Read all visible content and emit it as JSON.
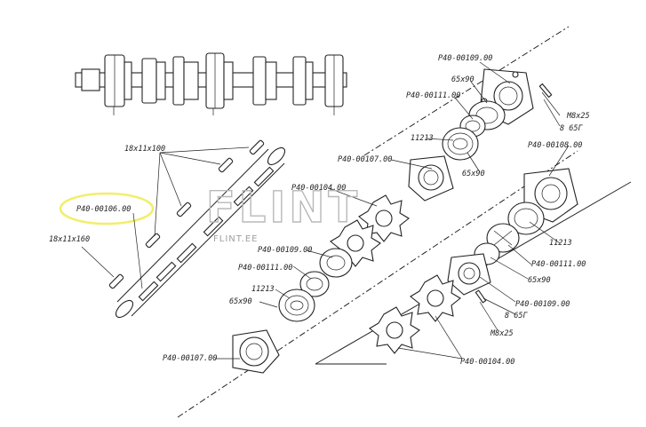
{
  "labels": {
    "pin_100": "18x11x100",
    "pin_160": "18x11x160",
    "shaft_part": "P40-00106.00",
    "top_109": "P40-00109.00",
    "top_65x90": "65x90",
    "top_111": "P40-00111.00",
    "top_m8": "M8x25",
    "top_8_65g": "8 65Г",
    "top_11213": "11213",
    "top_107": "P40-00107.00",
    "top_65x90b": "65x90",
    "top_104": "P40-00104.00",
    "right_108": "P40-00108.00",
    "right_11213": "11213",
    "right_111": "P40-00111.00",
    "right_65x90": "65x90",
    "right_109": "P40-00109.00",
    "right_8_65g": "8 65Г",
    "right_m8": "M8x25",
    "right_104": "P40-00104.00",
    "left_109": "P40-00109.00",
    "left_111": "P40-00111.00",
    "left_11213": "11213",
    "left_65x90": "65x90",
    "left_107": "P40-00107.00"
  },
  "watermark": {
    "brand": "FLINT",
    "site": "FLINT.EE"
  },
  "highlight_color": "#f2ee6a"
}
